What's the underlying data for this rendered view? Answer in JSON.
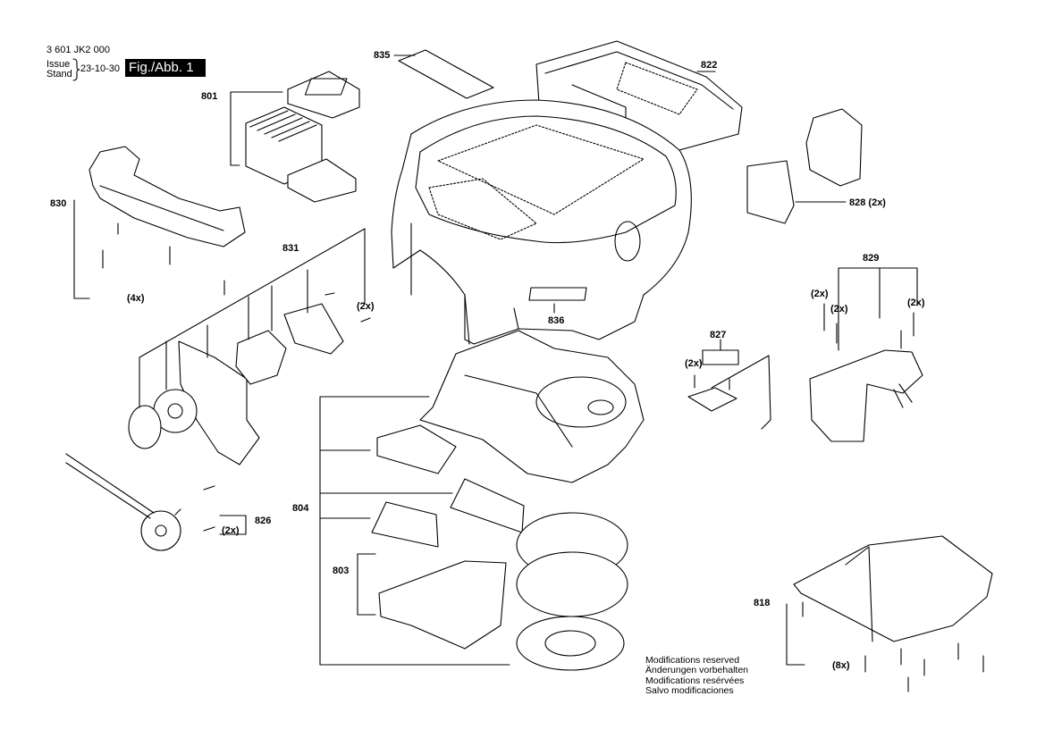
{
  "header": {
    "doc_number": "3 601 JK2 000",
    "issue_label": "Issue",
    "stand_label": "Stand",
    "issue_date": "23-10-30",
    "figure": "Fig./Abb. 1"
  },
  "parts": {
    "p801": "801",
    "p803": "803",
    "p804": "804",
    "p818": "818",
    "p822": "822",
    "p826": "826",
    "p827": "827",
    "p828": "828 (2x)",
    "p829": "829",
    "p830": "830",
    "p831": "831",
    "p835": "835",
    "p836": "836"
  },
  "qty": {
    "q4x": "(4x)",
    "q2x": "(2x)",
    "q8x": "(8x)"
  },
  "notes": [
    "Modifications reserved",
    "Änderungen vorbehalten",
    "Modifications resérvées",
    "Salvo modificaciones"
  ]
}
